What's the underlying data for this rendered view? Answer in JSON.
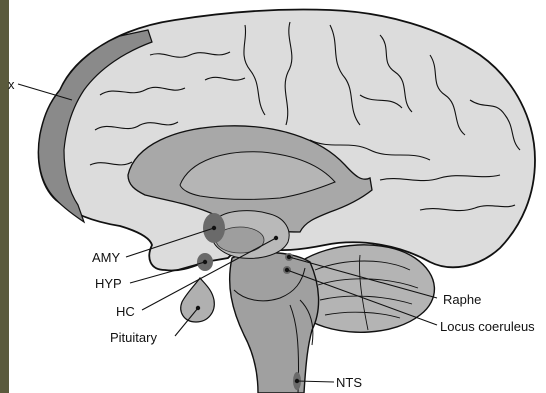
{
  "labels": {
    "cortex_fragment": "x",
    "amy": "AMY",
    "hyp": "HYP",
    "hc": "HC",
    "pituitary": "Pituitary",
    "raphe": "Raphe",
    "locus_coeruleus": "Locus coeruleus",
    "nts": "NTS"
  },
  "colors": {
    "cortex": "#dcdcdc",
    "prefrontal": "#8a8a8a",
    "corpus_callosum": "#a8a8a8",
    "subcortical": "#b9b9b9",
    "brainstem": "#a0a0a0",
    "cerebellum": "#b4b4b4",
    "nucleus": "#6a6a6a",
    "outline": "#111111",
    "left_strip": "#5a5a3c"
  }
}
